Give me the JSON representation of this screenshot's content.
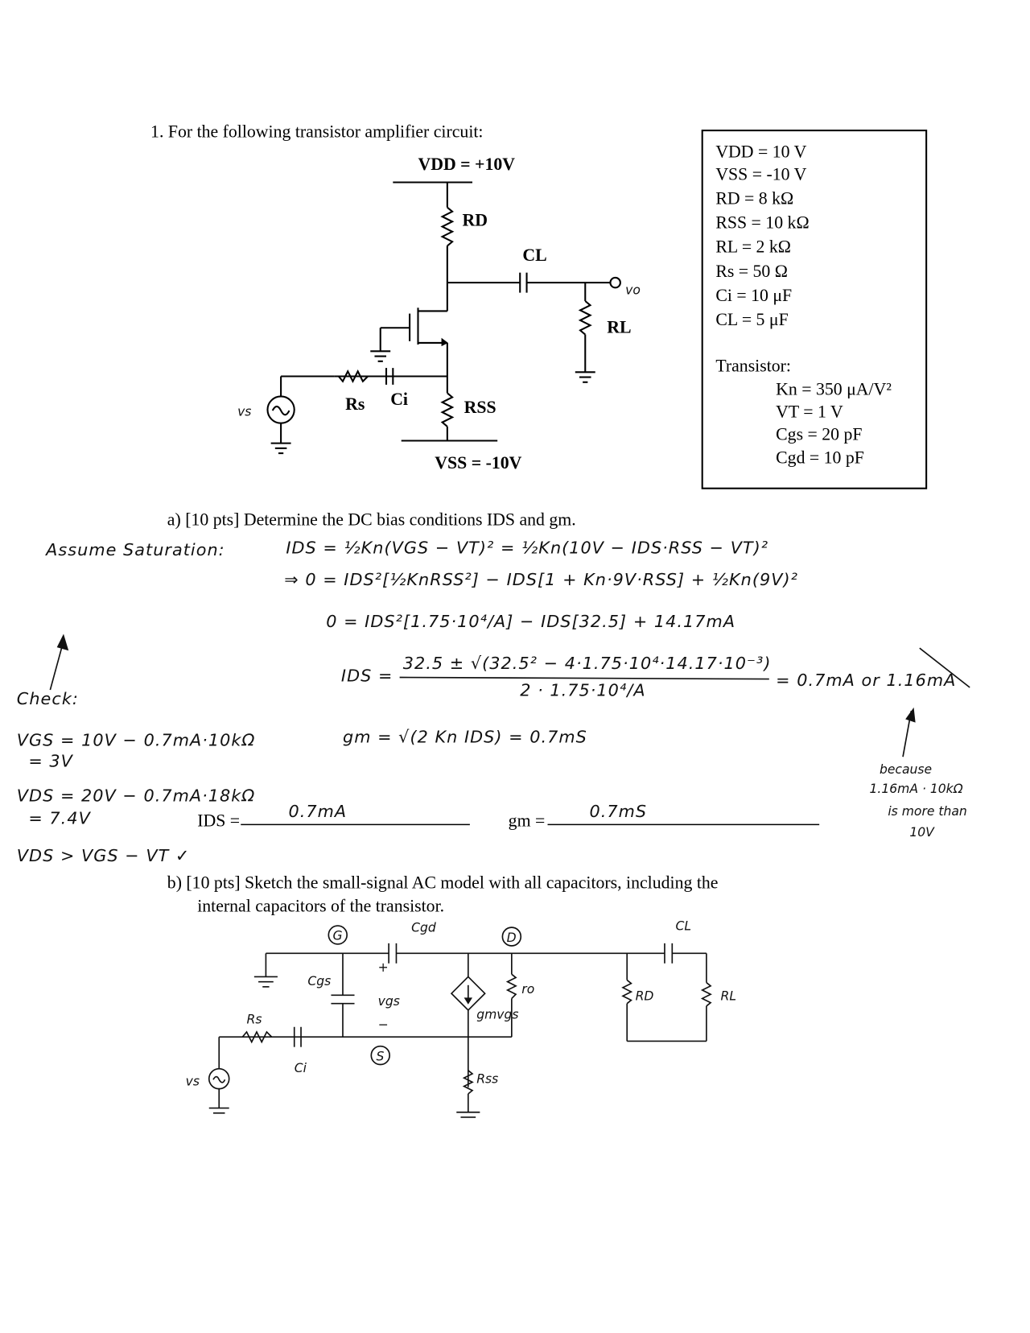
{
  "problem": {
    "intro": "1. For the following transistor amplifier circuit:",
    "circuit_labels": {
      "vdd": "VDD = +10V",
      "vss": "VSS = -10V",
      "rd": "RD",
      "cl": "CL",
      "rl": "RL",
      "rss": "RSS",
      "rs": "Rs",
      "ci": "Ci",
      "vs": "vs",
      "vo": "vo"
    },
    "params": [
      "VDD = 10 V",
      "VSS = -10 V",
      "RD = 8 kΩ",
      "RSS = 10 kΩ",
      "RL = 2 kΩ",
      "Rs = 50 Ω",
      "Ci = 10 μF",
      "CL = 5 μF"
    ],
    "transistor_heading": "Transistor:",
    "transistor_params": [
      "Kn = 350 μA/V²",
      "VT = 1 V",
      "Cgs = 20 pF",
      "Cgd = 10 pF"
    ]
  },
  "part_a": {
    "question": "a)  [10 pts] Determine the DC bias conditions IDS and gm.",
    "assume": "Assume Saturation:",
    "eq1": "IDS = ½Kn(VGS − VT)²  = ½Kn(10V − IDS·RSS − VT)²",
    "eq2": "⇒  0 = IDS²[½KnRSS²] − IDS[1 + Kn·9V·RSS] + ½Kn(9V)²",
    "eq3": "0 = IDS²[1.75·10⁴/A] − IDS[32.5] + 14.17mA",
    "eq4_lhs": "IDS =",
    "eq4_num": "32.5 ± √(32.5² − 4·1.75·10⁴·14.17·10⁻³)",
    "eq4_den": "2 · 1.75·10⁴/A",
    "eq4_result": "= 0.7mA  or  1.16mA",
    "gm_eq": "gm = √(2 Kn IDS) = 0.7mS",
    "check": [
      "Check:",
      "VGS = 10V − 0.7mA·10kΩ",
      "= 3V",
      "VDS = 20V − 0.7mA·18kΩ",
      "= 7.4V",
      "VDS > VGS − VT ✓"
    ],
    "because": [
      "because",
      "1.16mA · 10kΩ",
      "is more than",
      "10V"
    ],
    "ids_label": "IDS =",
    "ids_answer": "0.7mA",
    "gm_label": "gm =",
    "gm_answer": "0.7mS"
  },
  "part_b": {
    "question_line1": "b)  [10 pts] Sketch the small-signal AC model with all capacitors, including the",
    "question_line2": "internal capacitors of the transistor.",
    "labels": {
      "g": "G",
      "d": "D",
      "s": "S",
      "cgd": "Cgd",
      "cgs": "Cgs",
      "vgs": "vgs",
      "plus": "+",
      "minus": "−",
      "gmvgs": "gmvgs",
      "ro": "ro",
      "rd": "RD",
      "rl": "RL",
      "cl": "CL",
      "rss": "Rss",
      "rs": "Rs",
      "ci": "Ci",
      "vs": "vs"
    }
  }
}
